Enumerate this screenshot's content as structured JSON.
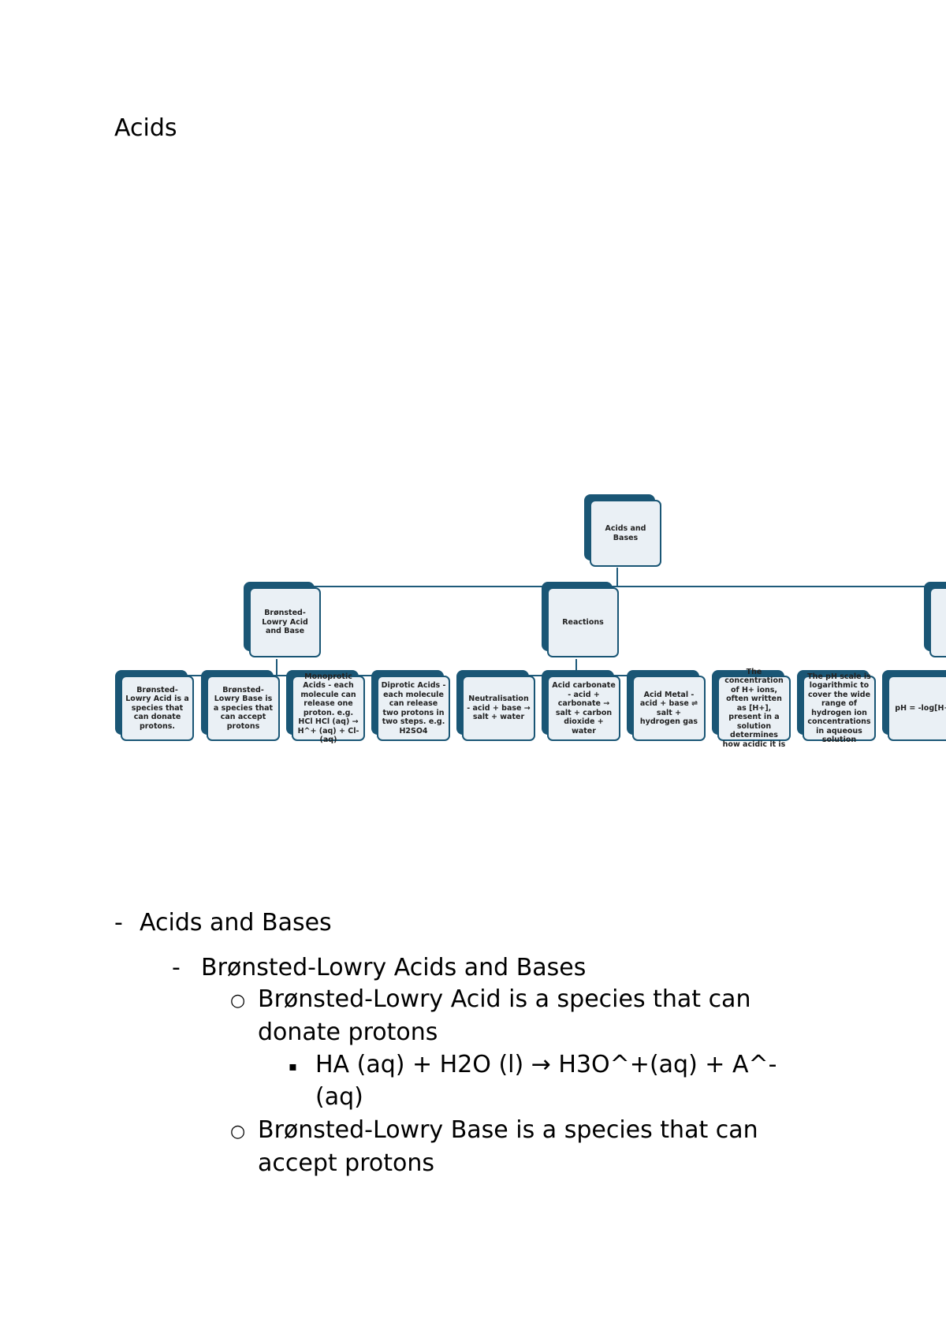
{
  "document": {
    "title": "Acids"
  },
  "diagram": {
    "root": "Acids and Bases",
    "branches": [
      {
        "label": "Brønsted-Lowry Acid and Base",
        "children": [
          "Brønsted-Lowry Acid is a species that can donate protons.",
          "Brønsted-Lowry Base is a species that can accept protons",
          "Monoprotic Acids - each molecule can release one proton. e.g. HCl HCl (aq) → H^+ (aq) + Cl- (aq)",
          "Diprotic Acids - each molecule can release two protons in two steps. e.g. H2SO4"
        ]
      },
      {
        "label": "Reactions",
        "children": [
          "Neutralisation - acid + base → salt + water",
          "Acid carbonate - acid + carbonate → salt + carbon dioxide + water",
          "Acid Metal - acid + base ⇌ salt + hydrogen gas"
        ]
      },
      {
        "label": "",
        "children": [
          "The concentration of H+ ions, often written as [H+], present in a solution determines how acidic it is",
          "The pH scale is logarithmic to cover the wide range of hydrogen ion concentrations in aqueous solution",
          "pH = -log[H+]"
        ]
      }
    ]
  },
  "outline": {
    "level1": "Acids and Bases",
    "level2": "Brønsted-Lowry Acids and Bases",
    "acid_line1": "Brønsted-Lowry Acid is a species that can",
    "acid_line2": "donate protons",
    "eq_line1": "HA (aq) + H2O (l) → H3O^+(aq) + A^-",
    "eq_line2": "(aq)",
    "base_line1": "Brønsted-Lowry Base is a species that can",
    "base_line2": "accept protons",
    "dash": "-",
    "circle": "○",
    "square": "▪"
  }
}
